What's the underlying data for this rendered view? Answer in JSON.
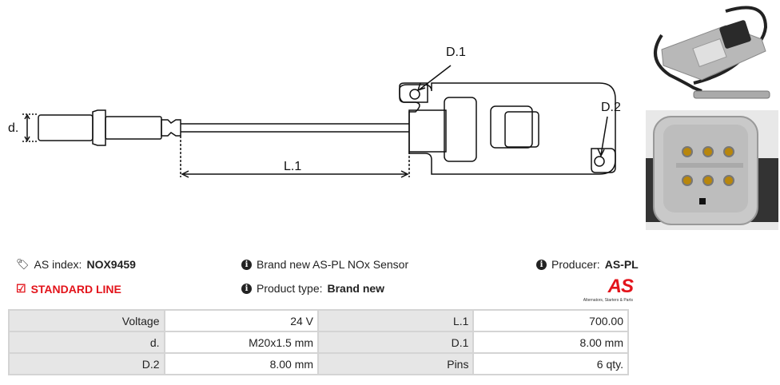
{
  "diagram": {
    "d_label": "d.",
    "l1_label": "L.1",
    "d1_label": "D.1",
    "d2_label": "D.2"
  },
  "info": {
    "as_index_label": "AS index:",
    "as_index_value": "NOX9459",
    "line": "STANDARD LINE",
    "description": "Brand new AS-PL NOx Sensor",
    "product_type_label": "Product type:",
    "product_type_value": "Brand new",
    "producer_label": "Producer:",
    "producer_value": "AS-PL"
  },
  "logo": {
    "text": "AS",
    "tagline": "Alternators, Starters & Parts"
  },
  "specs": [
    {
      "k1": "Voltage",
      "v1": "24 V",
      "k2": "L.1",
      "v2": "700.00"
    },
    {
      "k1": "d.",
      "v1": "M20x1.5 mm",
      "k2": "D.1",
      "v2": "8.00 mm"
    },
    {
      "k1": "D.2",
      "v1": "8.00 mm",
      "k2": "Pins",
      "v2": "6 qty."
    }
  ],
  "colors": {
    "accent": "#e3141b"
  }
}
